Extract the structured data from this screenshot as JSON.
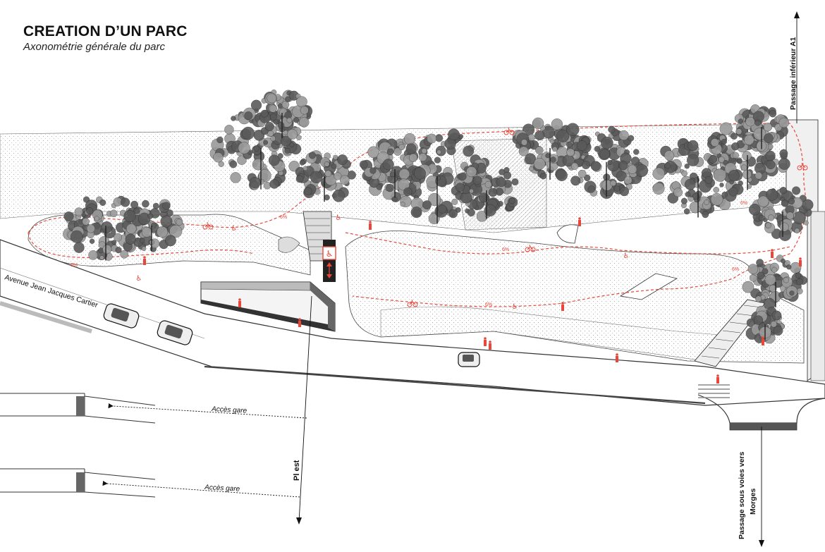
{
  "title": "CREATION D’UN PARC",
  "subtitle": "Axonométrie générale du parc",
  "labels": {
    "avenue": "Avenue Jean Jacques Cartier",
    "acces_gare_1": "Accès gare",
    "acces_gare_2": "Accès gare",
    "pl_est": "Pl est",
    "passage_inferieur": "Passage inférieur A1",
    "passage_voies_line1": "Passage sous voies vers",
    "passage_voies_line2": "Morges",
    "slope_marks": [
      "6%",
      "6%",
      "6%",
      "6%",
      "6%",
      "6%"
    ]
  },
  "colors": {
    "accent": "#e8473a",
    "tree_dark": "#5a5a5a",
    "tree_light": "#9a9a9a",
    "ink": "#111111",
    "hatch": "#c8c8c8"
  },
  "icons": [
    "bicycle-icon",
    "pedestrian-icon",
    "wheelchair-icon",
    "accessibility-elevator-icon",
    "car-icon"
  ]
}
